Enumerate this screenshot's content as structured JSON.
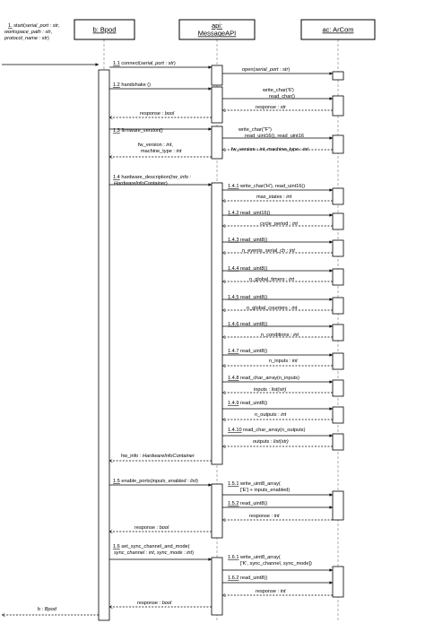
{
  "participants": [
    {
      "id": "bpod",
      "label": "b: Bpod"
    },
    {
      "id": "api",
      "label": [
        "api:",
        "MessageAPI"
      ]
    },
    {
      "id": "arcom",
      "label": "ac: ArCom"
    }
  ],
  "messages": [
    {
      "id": "start",
      "num": "1.",
      "text": [
        [
          "start(",
          ""
        ],
        [
          "serial_port : str",
          "it"
        ],
        [
          ",",
          ""
        ]
      ],
      "extra": [
        [
          [
            "workspace_path : str",
            "it"
          ],
          [
            ",",
            ""
          ]
        ],
        [
          [
            "protocol_name : str",
            "it"
          ],
          [
            ")",
            ""
          ]
        ]
      ]
    },
    {
      "id": "connect",
      "num": "1.1",
      "text": [
        [
          "connect(",
          ""
        ],
        [
          "serial_port : str",
          "it"
        ],
        [
          ")",
          ""
        ]
      ]
    },
    {
      "id": "open",
      "num": "",
      "text": [
        [
          "open(",
          ""
        ],
        [
          "serial_port : str",
          "it"
        ],
        [
          ")",
          ""
        ]
      ]
    },
    {
      "id": "handshake",
      "num": "1.2",
      "text": [
        [
          "handshake ()",
          ""
        ]
      ]
    },
    {
      "id": "write6",
      "num": "",
      "text": [
        [
          "write_char('6')",
          ""
        ]
      ],
      "extra": [
        [
          [
            "read_char()",
            ""
          ]
        ]
      ]
    },
    {
      "id": "resp_str",
      "num": "",
      "text": [
        [
          "response : ",
          ""
        ],
        [
          "str",
          "it"
        ]
      ]
    },
    {
      "id": "resp_bool1",
      "num": "",
      "text": [
        [
          "response : ",
          ""
        ],
        [
          "bool",
          "it"
        ]
      ]
    },
    {
      "id": "firmware",
      "num": "1.3",
      "text": [
        [
          "firmware_version()",
          ""
        ]
      ]
    },
    {
      "id": "writeF",
      "num": "",
      "text": [
        [
          "write_char(\"F\")",
          ""
        ]
      ],
      "extra": [
        [
          [
            "read_uint16(), read_uint16",
            ""
          ]
        ]
      ]
    },
    {
      "id": "fw_ret",
      "num": "",
      "text": [
        [
          "fw_version : ",
          ""
        ],
        [
          "int",
          "it"
        ],
        [
          ",",
          ""
        ]
      ],
      "extra": [
        [
          [
            "machine_type : ",
            ""
          ],
          [
            "int",
            "it"
          ]
        ]
      ]
    },
    {
      "id": "fw_ret2",
      "num": "",
      "text": [
        [
          "fw_version : ",
          ""
        ],
        [
          "int",
          "it"
        ],
        [
          ", machine_type : ",
          ""
        ],
        [
          "int",
          "it"
        ]
      ]
    },
    {
      "id": "hwdesc",
      "num": "1.4",
      "text": [
        [
          "hardware_description(",
          ""
        ],
        [
          "hw_info :",
          "it"
        ]
      ],
      "extra": [
        [
          [
            "HardwareInfoContainer",
            "it"
          ],
          [
            ")",
            ""
          ]
        ]
      ]
    },
    {
      "id": "s1",
      "num": "1.4.1",
      "text": [
        [
          "write_char('H'), read_uint16()",
          ""
        ]
      ]
    },
    {
      "id": "r1",
      "num": "",
      "text": [
        [
          "max_states : ",
          ""
        ],
        [
          "int",
          "it"
        ]
      ]
    },
    {
      "id": "s2",
      "num": "1.4.2",
      "text": [
        [
          "read_uint16()",
          ""
        ]
      ]
    },
    {
      "id": "r2",
      "num": "",
      "text": [
        [
          "cycle_period : ",
          ""
        ],
        [
          "int",
          "it"
        ]
      ]
    },
    {
      "id": "s3",
      "num": "1.4.3",
      "text": [
        [
          "read_uint8()",
          ""
        ]
      ]
    },
    {
      "id": "r3",
      "num": "",
      "text": [
        [
          "n_events_serial_ch : ",
          ""
        ],
        [
          "int",
          "it"
        ]
      ]
    },
    {
      "id": "s4",
      "num": "1.4.4",
      "text": [
        [
          "read_uint8()",
          ""
        ]
      ]
    },
    {
      "id": "r4",
      "num": "",
      "text": [
        [
          "n_global_timers : ",
          ""
        ],
        [
          "int",
          "it"
        ]
      ]
    },
    {
      "id": "s5",
      "num": "1.4.5",
      "text": [
        [
          "read_uint8()",
          ""
        ]
      ]
    },
    {
      "id": "r5",
      "num": "",
      "text": [
        [
          "n_global_counters : ",
          ""
        ],
        [
          "int",
          "it"
        ]
      ]
    },
    {
      "id": "s6",
      "num": "1.4.6",
      "text": [
        [
          "read_uint8()",
          ""
        ]
      ]
    },
    {
      "id": "r6",
      "num": "",
      "text": [
        [
          "n_conditions : ",
          ""
        ],
        [
          "int",
          "it"
        ]
      ]
    },
    {
      "id": "s7",
      "num": "1.4.7",
      "text": [
        [
          "read_uint8()",
          ""
        ]
      ]
    },
    {
      "id": "r7",
      "num": "",
      "text": [
        [
          "n_inputs : ",
          ""
        ],
        [
          "int",
          "it"
        ]
      ]
    },
    {
      "id": "s8",
      "num": "1.4.8",
      "text": [
        [
          "read_char_array(n_inputs)",
          ""
        ]
      ]
    },
    {
      "id": "r8",
      "num": "",
      "text": [
        [
          "inputs : ",
          ""
        ],
        [
          "list(str)",
          "it"
        ]
      ]
    },
    {
      "id": "s9",
      "num": "1.4.9",
      "text": [
        [
          "read_uint8()",
          ""
        ]
      ]
    },
    {
      "id": "r9",
      "num": "",
      "text": [
        [
          "n_outputs : ",
          ""
        ],
        [
          "int",
          "it"
        ]
      ]
    },
    {
      "id": "s10",
      "num": "1.4.10",
      "text": [
        [
          "read_char_array(n_outputs)",
          ""
        ]
      ]
    },
    {
      "id": "r10",
      "num": "",
      "text": [
        [
          "outputs : ",
          ""
        ],
        [
          "list(str)",
          "it"
        ]
      ]
    },
    {
      "id": "hw_ret",
      "num": "",
      "text": [
        [
          "hw_info : ",
          ""
        ],
        [
          "HardwareInfoContainer",
          "it"
        ]
      ]
    },
    {
      "id": "enable",
      "num": "1.5",
      "text": [
        [
          "enable_ports(",
          ""
        ],
        [
          "inputs_enabled : list",
          "it"
        ],
        [
          ")",
          ""
        ]
      ]
    },
    {
      "id": "e1",
      "num": "1.5.1",
      "text": [
        [
          "write_uint8_array(",
          ""
        ]
      ],
      "extra": [
        [
          [
            "['E'] + inputs_enabled)",
            ""
          ]
        ]
      ]
    },
    {
      "id": "e2",
      "num": "1.5.2",
      "text": [
        [
          "read_uint8()",
          ""
        ]
      ]
    },
    {
      "id": "e_ret",
      "num": "",
      "text": [
        [
          "response : ",
          ""
        ],
        [
          "int",
          "it"
        ]
      ]
    },
    {
      "id": "e_ret2",
      "num": "",
      "text": [
        [
          "response : ",
          ""
        ],
        [
          "bool",
          "it"
        ]
      ]
    },
    {
      "id": "sync",
      "num": "1.6",
      "text": [
        [
          "set_sync_channel_and_mode(",
          ""
        ]
      ],
      "extra": [
        [
          [
            "sync_channel : int",
            "it"
          ],
          [
            ", ",
            ""
          ],
          [
            "sync_mode : int",
            "it"
          ],
          [
            ")",
            ""
          ]
        ]
      ]
    },
    {
      "id": "y1",
      "num": "1.6.1",
      "text": [
        [
          "write_uint8_array(",
          ""
        ]
      ],
      "extra": [
        [
          [
            "['K', sync_channel, sync_mode])",
            ""
          ]
        ]
      ]
    },
    {
      "id": "y2",
      "num": "1.6.2",
      "text": [
        [
          "read_uint8()",
          ""
        ]
      ]
    },
    {
      "id": "y_ret",
      "num": "",
      "text": [
        [
          "response : ",
          ""
        ],
        [
          "int",
          "it"
        ]
      ]
    },
    {
      "id": "y_ret2",
      "num": "",
      "text": [
        [
          "response : ",
          ""
        ],
        [
          "bool",
          "it"
        ]
      ]
    },
    {
      "id": "final",
      "num": "",
      "text": [
        [
          "b : ",
          ""
        ],
        [
          "Bpod",
          "it"
        ]
      ]
    }
  ]
}
